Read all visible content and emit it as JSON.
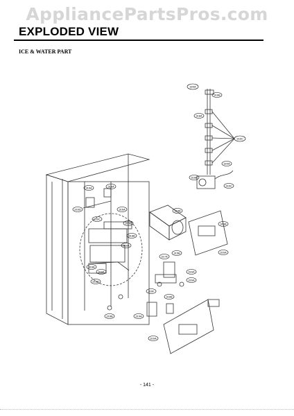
{
  "watermark": "AppliancePartsPros.com",
  "header": {
    "title": "EXPLODED VIEW",
    "section": "ICE & WATER PART"
  },
  "footer": {
    "page": "- 141 -"
  },
  "callouts": [
    "320A",
    "316B",
    "318A",
    "316C",
    "320A",
    "316B",
    "316C",
    "319A",
    "318A",
    "316D",
    "316A",
    "315B",
    "316B",
    "316C",
    "316E",
    "318B",
    "318A",
    "317A",
    "315B",
    "316A",
    "316B",
    "318A",
    "316D",
    "316A",
    "316A",
    "316F",
    "316B",
    "318B",
    "319A",
    "316A"
  ]
}
